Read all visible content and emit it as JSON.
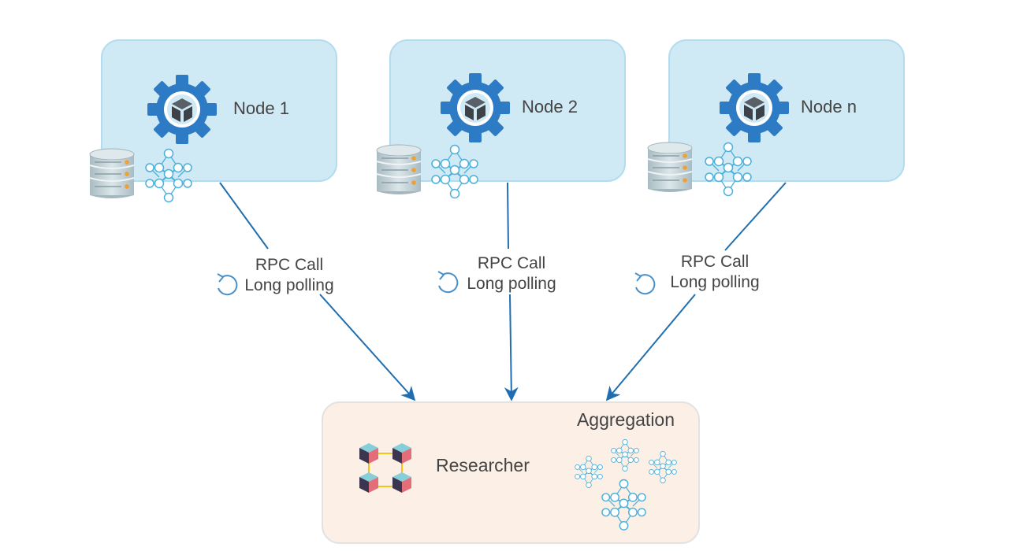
{
  "nodes": [
    {
      "title": "Node 1",
      "edge_line1": "RPC Call",
      "edge_line2": "Long polling"
    },
    {
      "title": "Node 2",
      "edge_line1": "RPC Call",
      "edge_line2": "Long polling"
    },
    {
      "title": "Node n",
      "edge_line1": "RPC Call",
      "edge_line2": "Long polling"
    }
  ],
  "researcher": {
    "label": "Researcher",
    "aggregation_label": "Aggregation"
  },
  "icons": {
    "gear": "gear-cube-icon",
    "database": "database-icon",
    "network": "neural-network-icon",
    "refresh": "refresh-icon",
    "blocks": "blockchain-icon"
  },
  "colors": {
    "node_fill": "#cfe9f5",
    "researcher_fill": "#fcefe6",
    "gear": "#2d7bc4",
    "arrow": "#1f6fb0",
    "network": "#4bb0db"
  }
}
